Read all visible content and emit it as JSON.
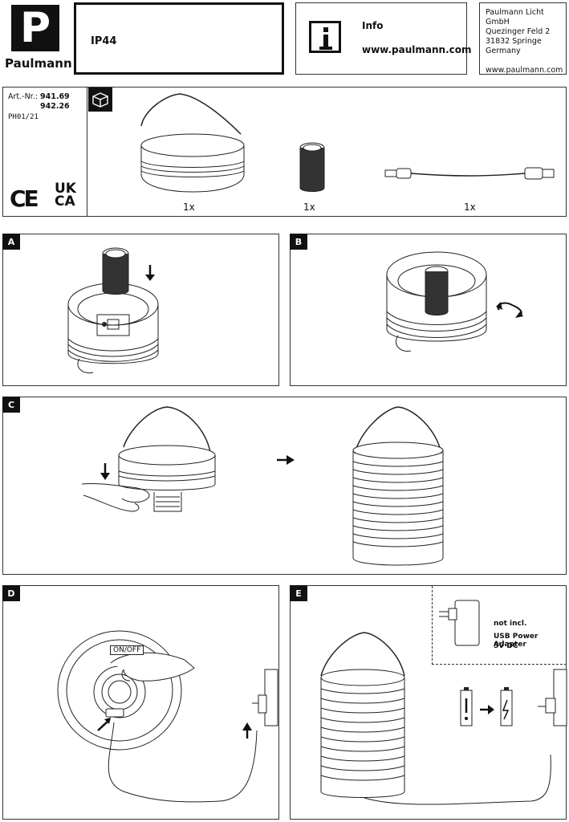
{
  "brand": {
    "logo_letter": "P",
    "name": "Paulmann"
  },
  "header": {
    "rating": "IP44",
    "info_title": "Info",
    "info_url": "www.paulmann.com",
    "company": {
      "name": "Paulmann Licht GmbH",
      "street": "Quezinger Feld 2",
      "city": "31832 Springe",
      "country": "Germany",
      "url": "www.paulmann.com"
    }
  },
  "parts_box": {
    "art_label": "Art.-Nr.:",
    "art_numbers": [
      "941.69",
      "942.26"
    ],
    "code": "PH01/21",
    "marks": [
      "CE",
      "UK",
      "CA"
    ],
    "items": [
      {
        "name": "lantern-base",
        "qty": "1x"
      },
      {
        "name": "battery",
        "qty": "1x"
      },
      {
        "name": "usb-cable",
        "qty": "1x"
      }
    ]
  },
  "steps": {
    "a": {
      "label": "A"
    },
    "b": {
      "label": "B"
    },
    "c": {
      "label": "C"
    },
    "d": {
      "label": "D",
      "button_label": "ON/OFF"
    },
    "e": {
      "label": "E",
      "not_incl": "not incl.",
      "adapter_line1": "USB Power Adapter",
      "adapter_line2": "5V DC"
    }
  }
}
